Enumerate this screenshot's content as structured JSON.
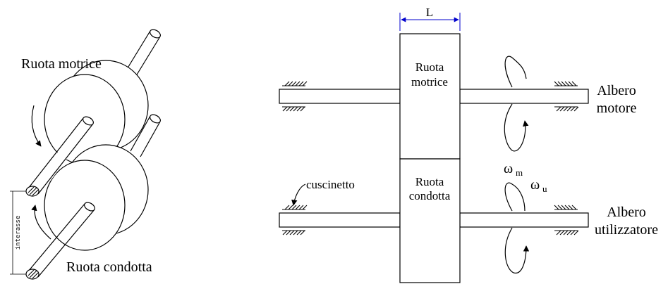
{
  "left_view": {
    "drive_wheel_label": "Ruota motrice",
    "driven_wheel_label": "Ruota condotta",
    "center_distance_label": "interasse"
  },
  "right_view": {
    "width_label": "L",
    "drive_wheel_label_line1": "Ruota",
    "drive_wheel_label_line2": "motrice",
    "driven_wheel_label_line1": "Ruota",
    "driven_wheel_label_line2": "condotta",
    "bearing_label": "cuscinetto",
    "motor_shaft_line1": "Albero",
    "motor_shaft_line2": "motore",
    "user_shaft_line1": "Albero",
    "user_shaft_line2": "utilizzatore",
    "omega_m_symbol": "ω",
    "omega_m_sub": "m",
    "omega_u_symbol": "ω",
    "omega_u_sub": "u"
  },
  "colors": {
    "dimension_line": "#0000cc"
  }
}
